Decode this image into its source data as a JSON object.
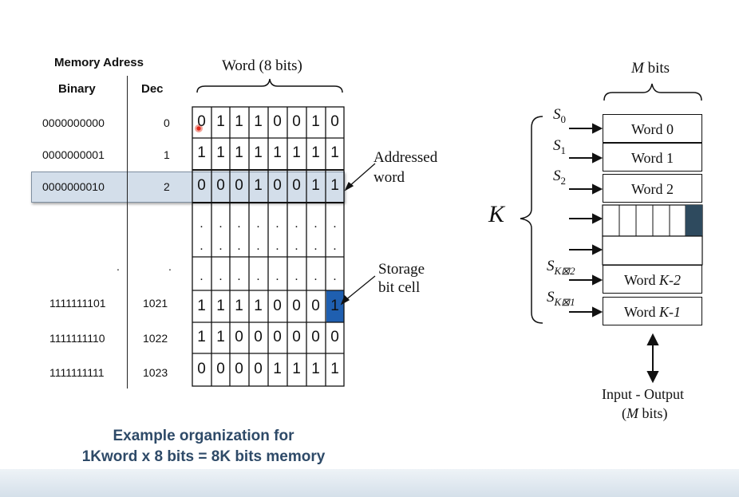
{
  "left": {
    "header": {
      "title": "Memory Adress",
      "binary": "Binary",
      "dec": "Dec"
    },
    "word_label": "Word (8 bits)",
    "rows": [
      {
        "binary": "0000000000",
        "dec": "0",
        "bits": [
          "0",
          "1",
          "1",
          "1",
          "0",
          "0",
          "1",
          "0"
        ]
      },
      {
        "binary": "0000000001",
        "dec": "1",
        "bits": [
          "1",
          "1",
          "1",
          "1",
          "1",
          "1",
          "1",
          "1"
        ]
      },
      {
        "binary": "0000000010",
        "dec": "2",
        "bits": [
          "0",
          "0",
          "0",
          "1",
          "0",
          "0",
          "1",
          "1"
        ]
      },
      {
        "binary": "1111111101",
        "dec": "1021",
        "bits": [
          "1",
          "1",
          "1",
          "1",
          "0",
          "0",
          "0",
          "1"
        ]
      },
      {
        "binary": "1111111110",
        "dec": "1022",
        "bits": [
          "1",
          "1",
          "0",
          "0",
          "0",
          "0",
          "0",
          "0"
        ]
      },
      {
        "binary": "1111111111",
        "dec": "1023",
        "bits": [
          "0",
          "0",
          "0",
          "0",
          "1",
          "1",
          "1",
          "1"
        ]
      }
    ],
    "ellipsis": ".",
    "addressed_word": {
      "line1": "Addressed",
      "line2": "word"
    },
    "storage_cell": {
      "line1": "Storage",
      "line2": "bit cell"
    },
    "caption": {
      "line1": "Example organization for",
      "line2": "1Kword x 8 bits = 8K bits memory"
    },
    "colors": {
      "highlight": "#d3deea",
      "storage_cell": "#1f5fb0",
      "caption": "#2e4a68"
    }
  },
  "right": {
    "m_bits": {
      "m": "M",
      "bits": " bits"
    },
    "k_label": "K",
    "selectors": [
      {
        "base": "S",
        "sub": "0"
      },
      {
        "base": "S",
        "sub": "1"
      },
      {
        "base": "S",
        "sub": "2"
      },
      {
        "base": "S",
        "sub": "K⊠2"
      },
      {
        "base": "S",
        "sub": "K⊠1"
      }
    ],
    "words": [
      {
        "text": "Word 0"
      },
      {
        "text": "Word 1"
      },
      {
        "text": "Word 2"
      },
      {
        "prefix": "Word ",
        "italic": "K-2"
      },
      {
        "prefix": "Word ",
        "italic": "K-1"
      }
    ],
    "io": {
      "line1": "Input - Output",
      "open": "(",
      "m": "M",
      "rest": " bits)"
    },
    "colors": {
      "filled_cell": "#2e4a5e"
    }
  }
}
